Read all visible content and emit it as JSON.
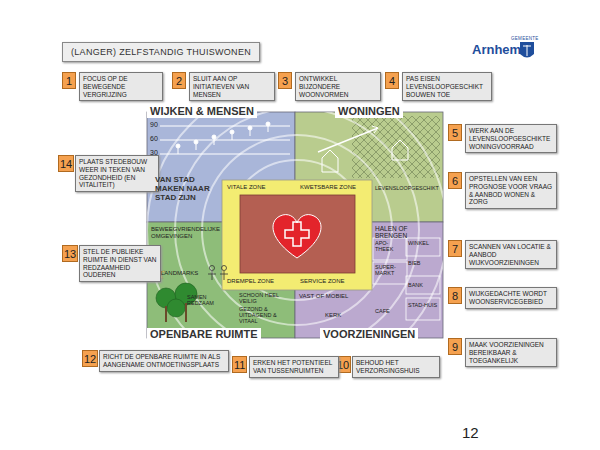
{
  "diagram": {
    "title": "(LANGER) ZELFSTANDIG THUISWONEN",
    "nodes": [
      {
        "text": [
          "1",
          "FOCUS OP DE BEWEGENDE VERGRIJZING"
        ]
      },
      {
        "text": [
          "2",
          "SLUIT AAN OP INITIATIEVEN VAN MENSEN"
        ]
      },
      {
        "text": [
          "3",
          "ONTWIKKEL BIJZONDERE WOONVORMEN"
        ]
      },
      {
        "text": [
          "4",
          "PAS EISEN LEVENSLOOPGESCHIKT BOUWEN TOE"
        ]
      },
      {
        "text": [
          "5",
          "WERK AAN DE LEVENSLOOPGESCHIKTE WONINGVOORRAAD"
        ]
      },
      {
        "text": [
          "6",
          "OPSTELLEN VAN EEN PROGNOSE VOOR VRAAG & AANBOD WONEN & ZORG"
        ]
      },
      {
        "text": [
          "7",
          "SCANNEN VAN LOCATIE & AANBOD WIJKVOORZIENINGEN"
        ]
      },
      {
        "text": [
          "8",
          "WIJKGEDACHTE WORDT WOONSERVICEGEBIED"
        ]
      },
      {
        "text": [
          "9",
          "MAAK VOORZIENINGEN BEREIKBAAR & TOEGANKELIJK"
        ]
      },
      {
        "text": [
          "10",
          "BEHOUD HET VERZORGINGSHUIS"
        ]
      },
      {
        "text": [
          "11",
          "ERKEN HET POTENTIEEL VAN TUSSENRUIMTEN"
        ]
      },
      {
        "text": [
          "12",
          "RICHT DE OPENBARE RUIMTE IN ALS AANGENAME ONTMOETINGSPLAATS"
        ]
      },
      {
        "text": [
          "13",
          "STEL DE PUBLIEKE RUIMTE IN DIENST VAN REDZAAMHEID OUDEREN"
        ]
      },
      {
        "text": [
          "14",
          "PLAATS STEDEBOUW WEER IN TEKEN VAN GEZONDHEID (EN VITALITEIT)"
        ]
      },
      {
        "text": [
          "WIJKEN & MENSEN",
          "90",
          "60",
          "30",
          "VAN STAD MAKEN NAAR STAD ZIJN"
        ]
      },
      {
        "text": [
          "WONINGEN",
          "LEVENSLOOPGESCHIKT"
        ]
      },
      {
        "text": [
          "OPENBARE RUIMTE",
          "BEWEEGVRIENDELIJKE OMGEVINGEN",
          "LANDMARKS",
          "SAMEN REDZAAM",
          "SCHOON HEEL VEILIG",
          "GEZOND & UITDAGEND & VITAAL"
        ]
      },
      {
        "text": [
          "VOORZIENINGEN",
          "HALEN OF BRENGEN",
          "APO-THEEK",
          "WINKEL",
          "BIEB",
          "SUPER-MARKT",
          "BANK",
          "STAD-HUIS",
          "CAFE",
          "KERK",
          "VAST OF MOBIEL"
        ]
      },
      {
        "text": [
          "VITALE ZONE",
          "KWETSBARE ZONE",
          "DREMPEL ZONE",
          "SERVICE ZONE"
        ]
      }
    ],
    "labels": [
      "GEMEENTE",
      "Arnhem",
      "12"
    ]
  }
}
